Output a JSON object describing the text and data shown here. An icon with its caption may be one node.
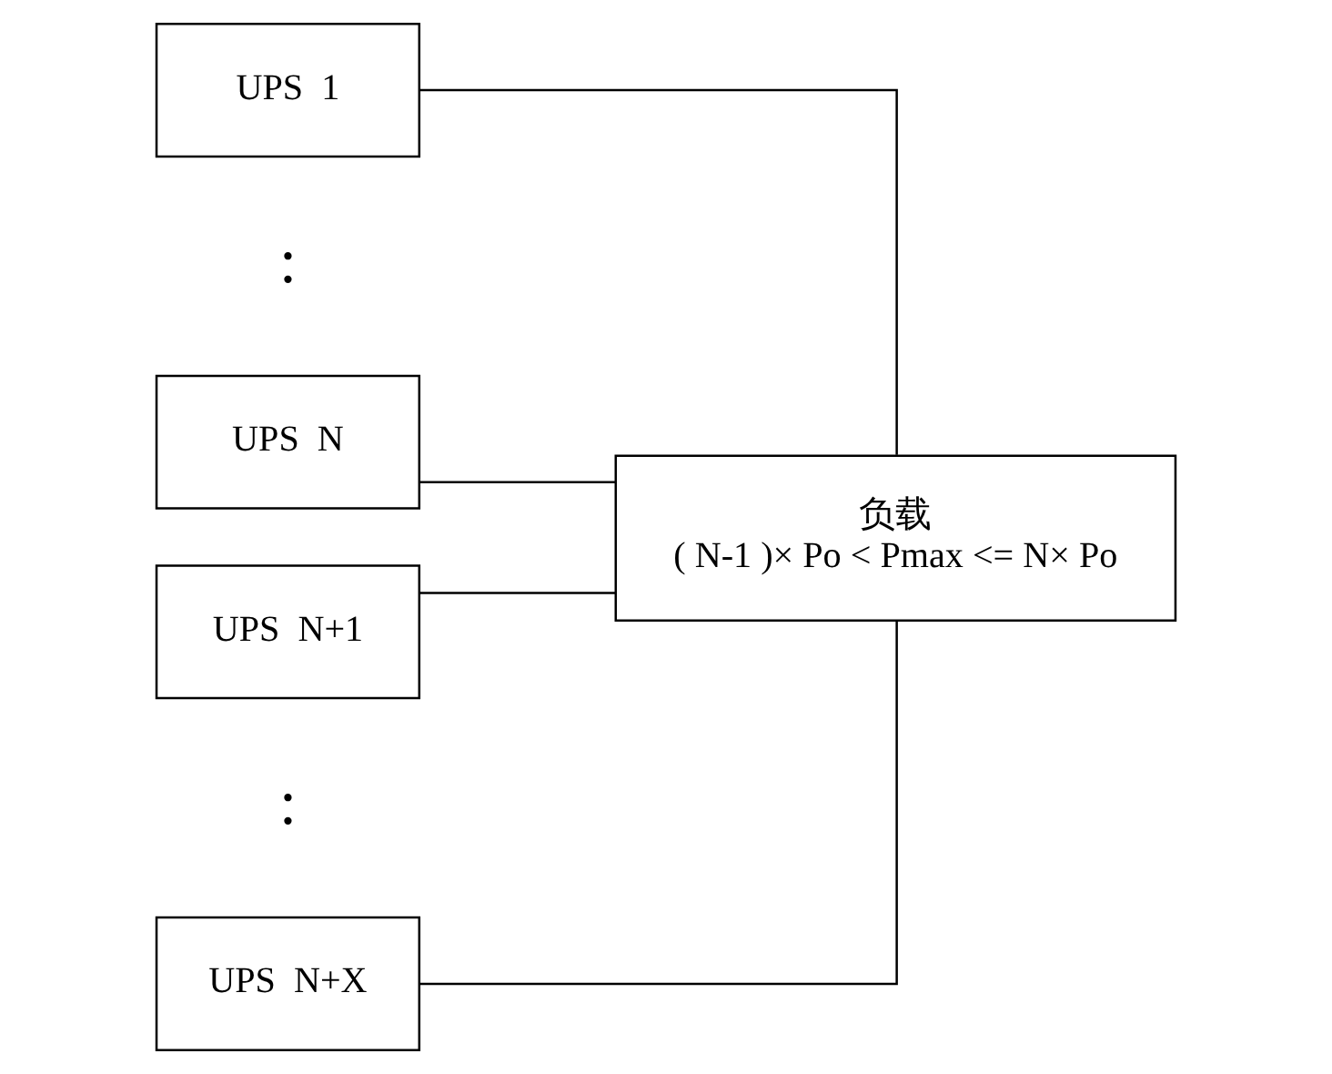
{
  "diagram": {
    "nodes": [
      {
        "text": [
          "UPS  1"
        ]
      },
      {
        "text": [
          "UPS  N"
        ]
      },
      {
        "text": [
          "UPS  N+1"
        ]
      },
      {
        "text": [
          "UPS  N+X"
        ]
      },
      {
        "text": [
          "负载",
          "( N-1 )× Po < Pmax <= N× Po"
        ]
      }
    ],
    "edges": [
      {
        "from": 0,
        "to": 4,
        "arrow": "none"
      },
      {
        "from": 1,
        "to": 4,
        "arrow": "none"
      },
      {
        "from": 2,
        "to": 4,
        "arrow": "none"
      },
      {
        "from": 3,
        "to": 4,
        "arrow": "none"
      }
    ],
    "labels": [
      ":",
      ":"
    ]
  }
}
